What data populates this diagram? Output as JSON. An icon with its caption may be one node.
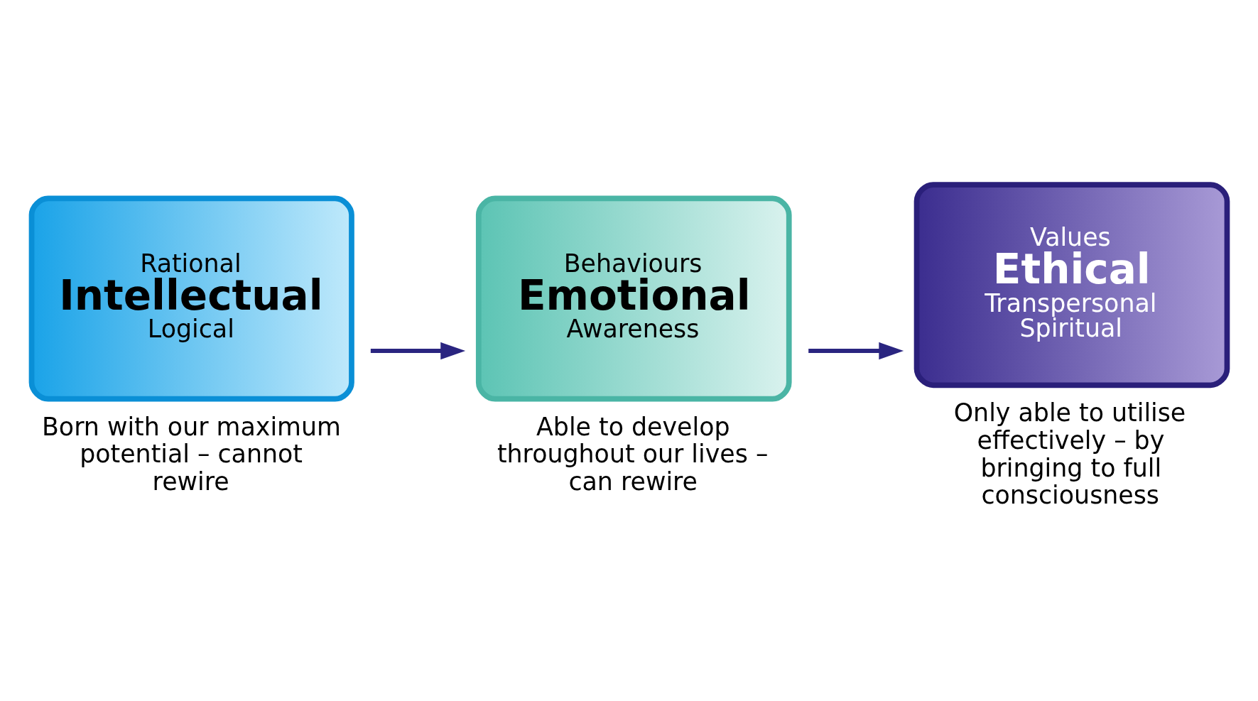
{
  "diagram": {
    "nodes": [
      {
        "text": [
          "Rational",
          "Intellectual",
          "Logical"
        ],
        "beside": [
          "Born with our maximum potential – cannot rewire"
        ]
      },
      {
        "text": [
          "Behaviours",
          "Emotional",
          "Awareness"
        ],
        "beside": [
          "Able to develop throughout our lives – can rewire"
        ]
      },
      {
        "text": [
          "Values",
          "Ethical",
          "Transpersonal Spiritual"
        ],
        "beside": [
          "Only able to utilise effectively – by bringing to full consciousness"
        ]
      }
    ],
    "edges": [
      {
        "from": 0,
        "to": 1,
        "arrow": "to"
      },
      {
        "from": 1,
        "to": 2,
        "arrow": "to"
      }
    ]
  }
}
